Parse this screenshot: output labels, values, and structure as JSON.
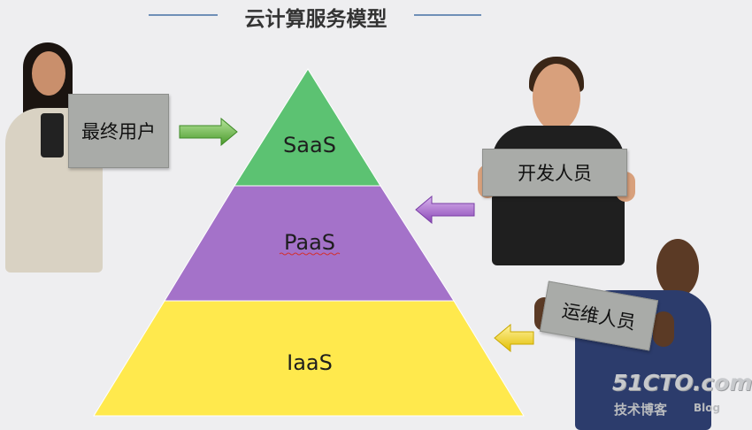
{
  "title": "云计算服务模型",
  "pyramid": {
    "tiers": [
      {
        "label": "SaaS",
        "color": "#5cc272"
      },
      {
        "label": "PaaS",
        "color": "#a472c9"
      },
      {
        "label": "IaaS",
        "color": "#ffe94d"
      }
    ]
  },
  "signs": {
    "end_user": "最终用户",
    "developer": "开发人员",
    "operator": "运维人员"
  },
  "arrows": {
    "end_user_color": "#6cc24a",
    "developer_color": "#a060c8",
    "operator_color": "#f2d21a"
  },
  "watermark": {
    "site": "51CTO.com",
    "subtitle": "技术博客",
    "blog": "Blog"
  }
}
